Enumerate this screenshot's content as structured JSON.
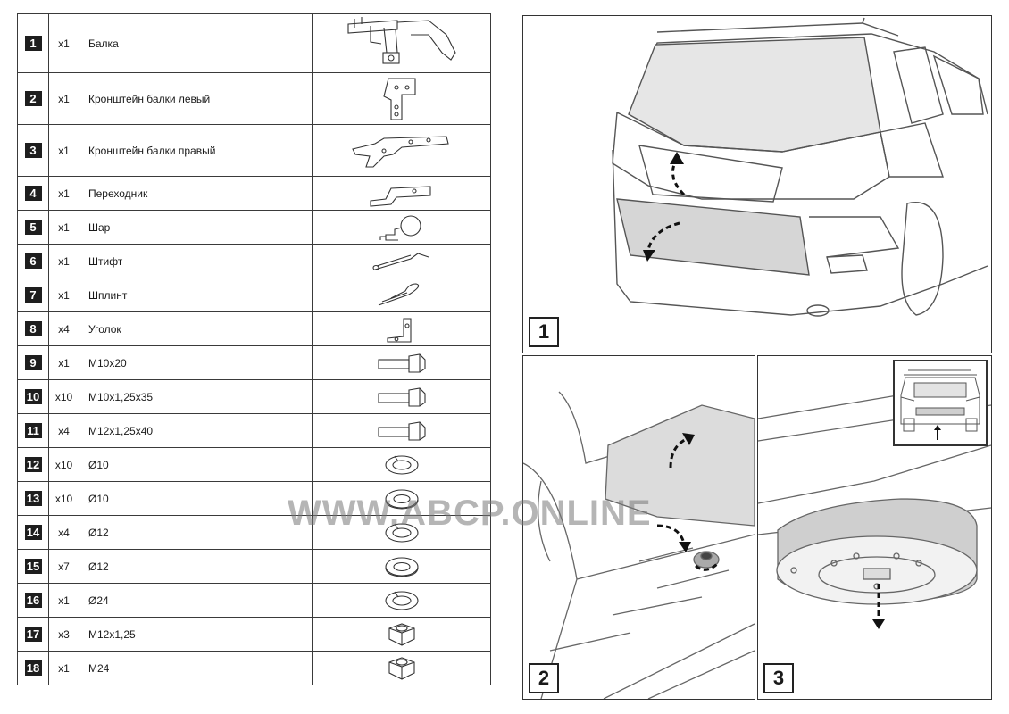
{
  "parts": [
    {
      "num": "1",
      "qty": "x1",
      "name": "Балка",
      "icon": "tow-beam-icon"
    },
    {
      "num": "2",
      "qty": "x1",
      "name": "Кронштейн балки левый",
      "icon": "left-bracket-icon"
    },
    {
      "num": "3",
      "qty": "x1",
      "name": "Кронштейн балки правый",
      "icon": "right-bracket-icon"
    },
    {
      "num": "4",
      "qty": "x1",
      "name": "Переходник",
      "icon": "adapter-icon"
    },
    {
      "num": "5",
      "qty": "x1",
      "name": "Шар",
      "icon": "tow-ball-icon"
    },
    {
      "num": "6",
      "qty": "x1",
      "name": "Штифт",
      "icon": "pin-icon"
    },
    {
      "num": "7",
      "qty": "x1",
      "name": "Шплинт",
      "icon": "cotter-pin-icon"
    },
    {
      "num": "8",
      "qty": "x4",
      "name": "Уголок",
      "icon": "angle-bracket-icon"
    },
    {
      "num": "9",
      "qty": "x1",
      "name": "M10x20",
      "icon": "bolt-icon"
    },
    {
      "num": "10",
      "qty": "x10",
      "name": "M10x1,25x35",
      "icon": "bolt-icon"
    },
    {
      "num": "11",
      "qty": "x4",
      "name": "M12x1,25x40",
      "icon": "bolt-icon"
    },
    {
      "num": "12",
      "qty": "x10",
      "name": "Ø10",
      "icon": "spring-washer-icon"
    },
    {
      "num": "13",
      "qty": "x10",
      "name": "Ø10",
      "icon": "flat-washer-icon"
    },
    {
      "num": "14",
      "qty": "x4",
      "name": "Ø12",
      "icon": "spring-washer-icon"
    },
    {
      "num": "15",
      "qty": "x7",
      "name": "Ø12",
      "icon": "flat-washer-icon"
    },
    {
      "num": "16",
      "qty": "x1",
      "name": "Ø24",
      "icon": "spring-washer-icon"
    },
    {
      "num": "17",
      "qty": "x3",
      "name": "M12x1,25",
      "icon": "hex-nut-icon"
    },
    {
      "num": "18",
      "qty": "x1",
      "name": "M24",
      "icon": "hex-nut-icon"
    }
  ],
  "steps": [
    {
      "label": "1",
      "icon": "car-rear-view-icon"
    },
    {
      "label": "2",
      "icon": "trunk-floor-icon"
    },
    {
      "label": "3",
      "icon": "spare-wheel-icon"
    }
  ],
  "watermark": "WWW.ABCP.ONLINE",
  "colors": {
    "line": "#3a3a3a",
    "badge": "#1e1e1e",
    "shade": "#d9d9d9",
    "watermark": "#808080"
  }
}
